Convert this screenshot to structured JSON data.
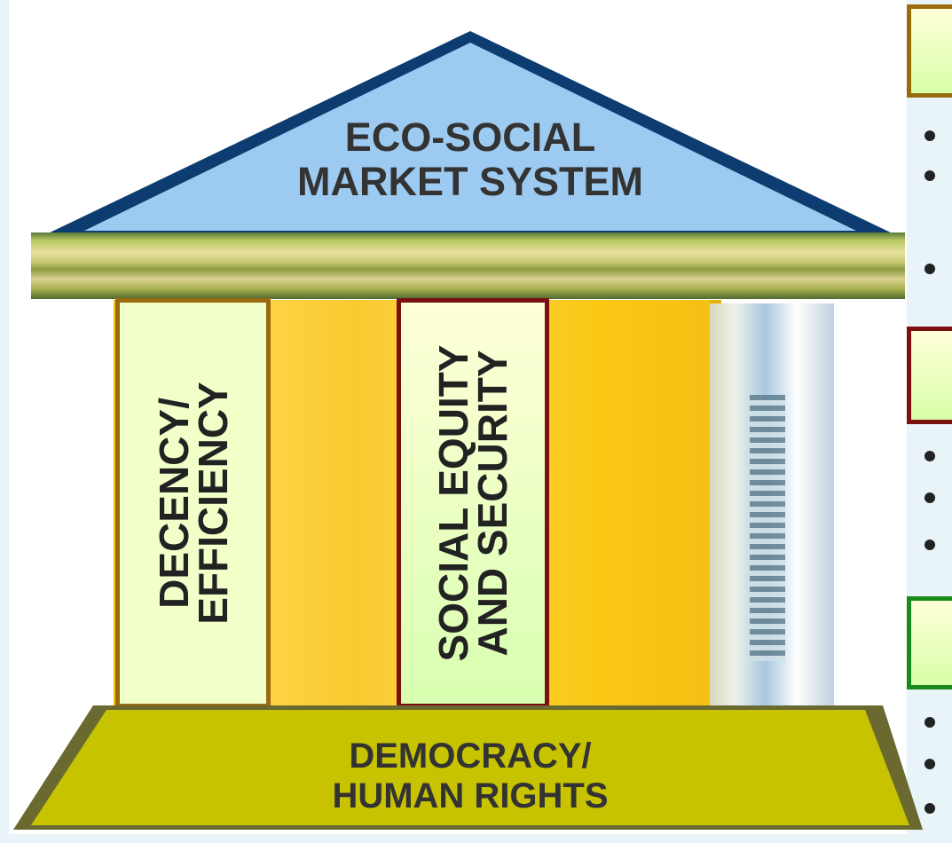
{
  "roof": {
    "line1": "ECO-SOCIAL",
    "line2": "MARKET SYSTEM"
  },
  "pillars": [
    {
      "line1": "DECENCY/",
      "line2": "EFFICIENCY",
      "border": "#9a6a10"
    },
    {
      "line1": "SOCIAL EQUITY",
      "line2": "AND SECURITY",
      "border": "#7a1010"
    }
  ],
  "base": {
    "line1": "DEMOCRACY/",
    "line2": "HUMAN RIGHTS"
  },
  "colors": {
    "roof": "#9ccaf0",
    "beam": "#b8c760",
    "columns": "#f3c200",
    "base": "#c7c300",
    "pillar_fill": "#f1ffc8",
    "right_box_1_border": "#9a6a10",
    "right_box_2_border": "#7a1010",
    "right_box_3_border": "#1a8a1a"
  }
}
